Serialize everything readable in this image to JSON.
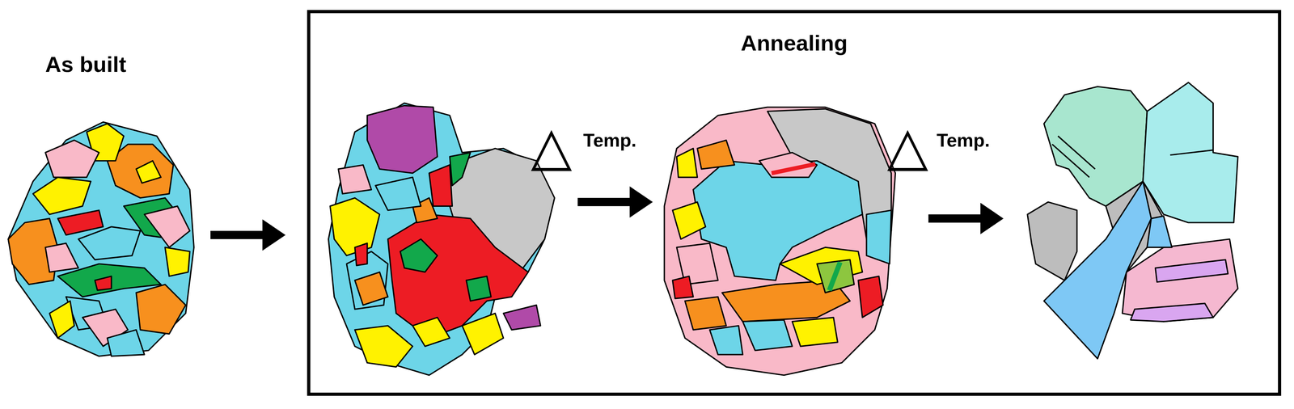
{
  "diagram": {
    "nodes": [
      {
        "text": [
          "Annealing"
        ]
      }
    ],
    "labels": [
      "As built",
      "△",
      "Temp.",
      "△",
      "Temp."
    ]
  }
}
